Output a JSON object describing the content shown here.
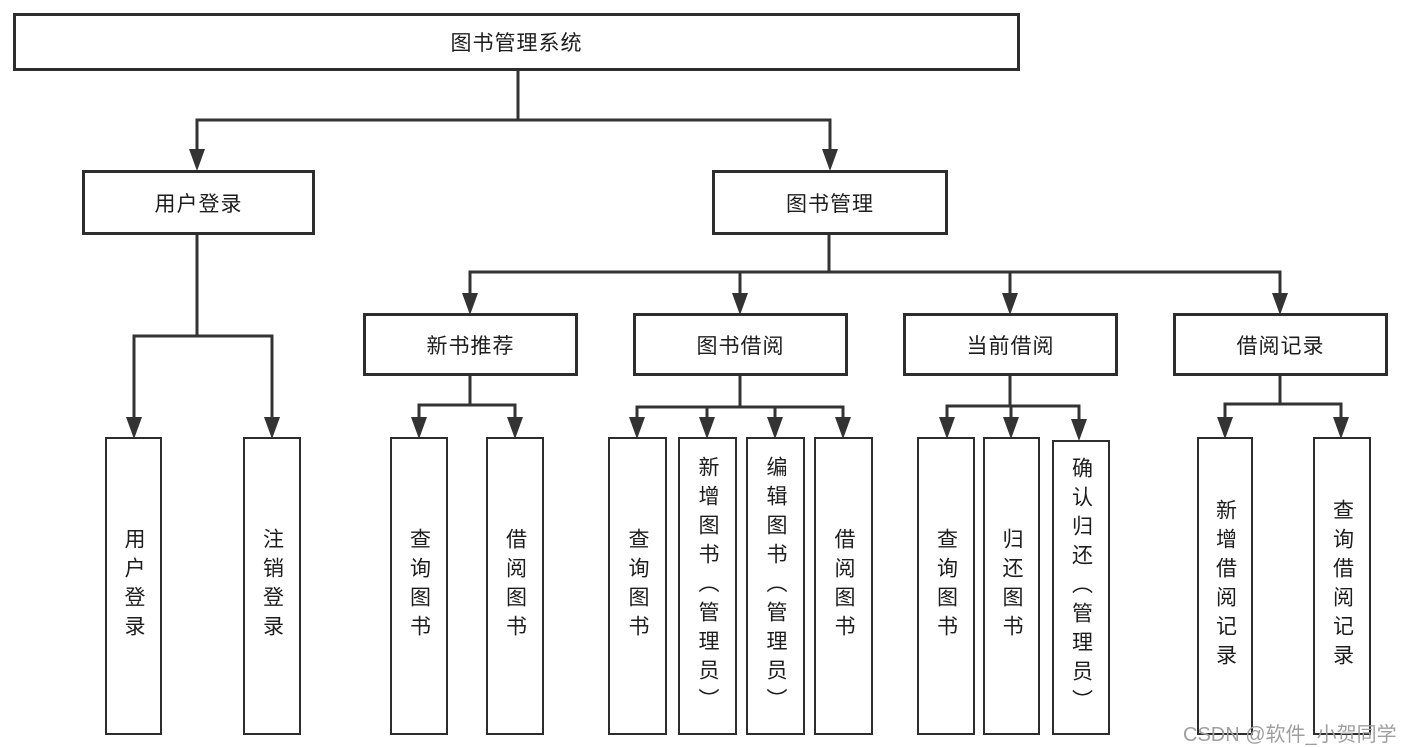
{
  "colors": {
    "background": "#ffffff",
    "line": "#333333",
    "box_border": "#2d2d2d",
    "text": "#1d1d1d",
    "watermark": "#9f9f9f"
  },
  "watermark": {
    "text": "CSDN @软件_小贺同学"
  },
  "diagram": {
    "root": {
      "label": "图书管理系统"
    },
    "level1": [
      {
        "label": "用户登录"
      },
      {
        "label": "图书管理"
      }
    ],
    "level2": [
      {
        "label": "新书推荐",
        "parent": "图书管理"
      },
      {
        "label": "图书借阅",
        "parent": "图书管理"
      },
      {
        "label": "当前借阅",
        "parent": "图书管理"
      },
      {
        "label": "借阅记录",
        "parent": "图书管理"
      }
    ],
    "leaves": [
      {
        "label": "用户登录",
        "parent": "用户登录"
      },
      {
        "label": "注销登录",
        "parent": "用户登录"
      },
      {
        "label": "查询图书",
        "parent": "新书推荐"
      },
      {
        "label": "借阅图书",
        "parent": "新书推荐"
      },
      {
        "label": "查询图书",
        "parent": "图书借阅"
      },
      {
        "label": "新增图书（管理员）",
        "parent": "图书借阅"
      },
      {
        "label": "编辑图书（管理员）",
        "parent": "图书借阅"
      },
      {
        "label": "借阅图书",
        "parent": "图书借阅"
      },
      {
        "label": "查询图书",
        "parent": "当前借阅"
      },
      {
        "label": "归还图书",
        "parent": "当前借阅"
      },
      {
        "label": "确认归还（管理员）",
        "parent": "当前借阅"
      },
      {
        "label": "新增借阅记录",
        "parent": "借阅记录"
      },
      {
        "label": "查询借阅记录",
        "parent": "借阅记录"
      }
    ]
  }
}
